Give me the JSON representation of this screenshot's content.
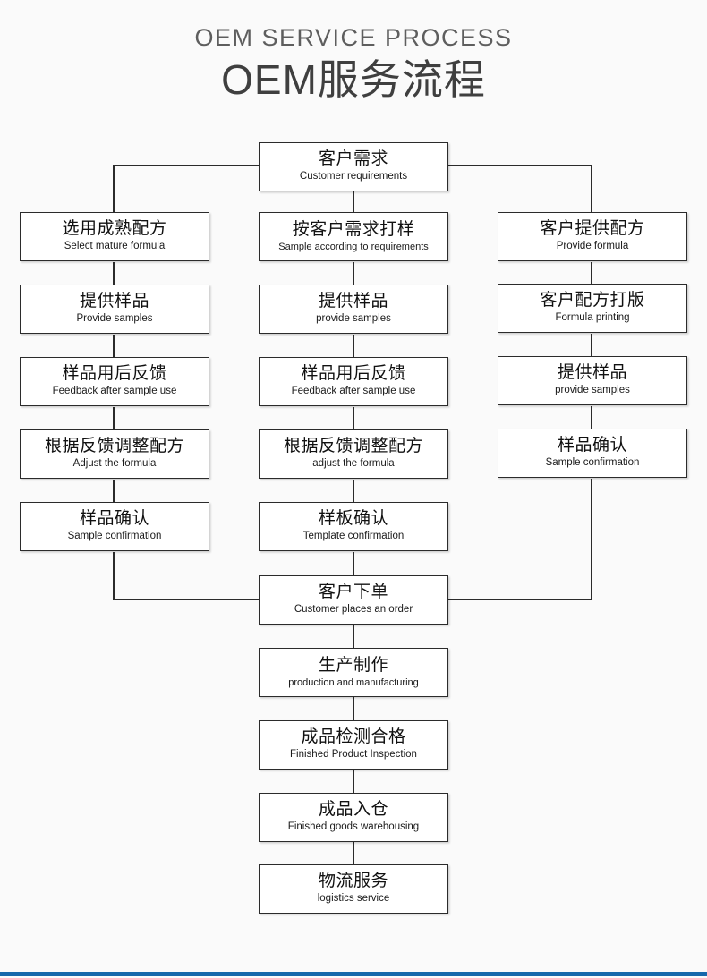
{
  "header": {
    "title_en": "OEM SERVICE PROCESS",
    "title_cn": "OEM服务流程"
  },
  "colors": {
    "background": "#fafafa",
    "box_fill": "#ffffff",
    "box_border": "#2b2b2b",
    "connector": "#2b2b2b",
    "title_en_color": "#5e5e5e",
    "title_cn_color": "#3f3f3f",
    "accent_bar": "#1668ab"
  },
  "flow": {
    "start": {
      "cn": "客户需求",
      "en": "Customer requirements"
    },
    "branches": [
      {
        "name": "left-branch",
        "steps": [
          {
            "cn": "选用成熟配方",
            "en": "Select mature formula"
          },
          {
            "cn": "提供样品",
            "en": "Provide samples"
          },
          {
            "cn": "样品用后反馈",
            "en": "Feedback after sample use"
          },
          {
            "cn": "根据反馈调整配方",
            "en": "Adjust the formula"
          },
          {
            "cn": "样品确认",
            "en": "Sample confirmation"
          }
        ]
      },
      {
        "name": "middle-branch",
        "steps": [
          {
            "cn": "按客户需求打样",
            "en": "Sample according to requirements"
          },
          {
            "cn": "提供样品",
            "en": "provide samples"
          },
          {
            "cn": "样品用后反馈",
            "en": "Feedback after sample use"
          },
          {
            "cn": "根据反馈调整配方",
            "en": "adjust the formula"
          },
          {
            "cn": "样板确认",
            "en": "Template confirmation"
          }
        ]
      },
      {
        "name": "right-branch",
        "steps": [
          {
            "cn": "客户提供配方",
            "en": "Provide formula"
          },
          {
            "cn": "客户配方打版",
            "en": "Formula printing"
          },
          {
            "cn": "提供样品",
            "en": "provide samples"
          },
          {
            "cn": "样品确认",
            "en": "Sample confirmation"
          }
        ]
      }
    ],
    "merge": {
      "cn": "客户下单",
      "en": "Customer places an order"
    },
    "tail": [
      {
        "cn": "生产制作",
        "en": "production and manufacturing"
      },
      {
        "cn": "成品检测合格",
        "en": "Finished Product Inspection"
      },
      {
        "cn": "成品入仓",
        "en": "Finished goods warehousing"
      },
      {
        "cn": "物流服务",
        "en": "logistics service"
      }
    ]
  }
}
